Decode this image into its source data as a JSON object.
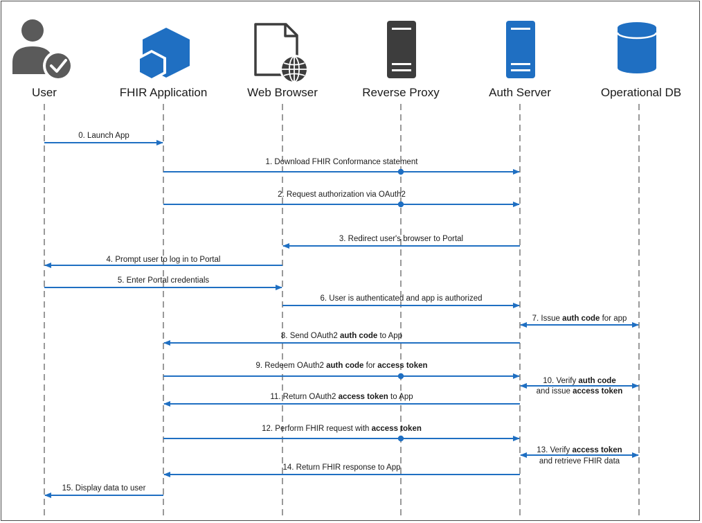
{
  "colors": {
    "arrow": "#1f6fc2",
    "icon_blue": "#1f6fc2",
    "icon_gray": "#5a5a5a",
    "icon_dark": "#3d3d3d",
    "lifeline": "#333333"
  },
  "participants": [
    {
      "id": "user",
      "label": "User",
      "icon": "user-check-icon"
    },
    {
      "id": "fhir-app",
      "label": "FHIR Application",
      "icon": "hexagon-app-icon"
    },
    {
      "id": "web-browser",
      "label": "Web Browser",
      "icon": "browser-globe-icon"
    },
    {
      "id": "reverse-proxy",
      "label": "Reverse Proxy",
      "icon": "server-icon"
    },
    {
      "id": "auth-server",
      "label": "Auth Server",
      "icon": "server-icon"
    },
    {
      "id": "operational-db",
      "label": "Operational DB",
      "icon": "database-icon"
    }
  ],
  "messages": [
    {
      "parts": [
        {
          "t": "0. Launch App"
        }
      ]
    },
    {
      "parts": [
        {
          "t": "1. Download FHIR Conformance statement"
        }
      ]
    },
    {
      "parts": [
        {
          "t": "2. Request authorization via OAuth2"
        }
      ]
    },
    {
      "parts": [
        {
          "t": "3. Redirect user's browser to Portal"
        }
      ]
    },
    {
      "parts": [
        {
          "t": "4. Prompt user to log in to Portal"
        }
      ]
    },
    {
      "parts": [
        {
          "t": "5. Enter Portal credentials"
        }
      ]
    },
    {
      "parts": [
        {
          "t": "6. User is authenticated and app is authorized"
        }
      ]
    },
    {
      "parts": [
        {
          "t": "7. Issue "
        },
        {
          "t": "auth code",
          "b": true
        },
        {
          "t": " for app"
        }
      ]
    },
    {
      "parts": [
        {
          "t": "8. Send OAuth2 "
        },
        {
          "t": "auth code",
          "b": true
        },
        {
          "t": " to App"
        }
      ]
    },
    {
      "parts": [
        {
          "t": "9. Redeem OAuth2 "
        },
        {
          "t": "auth code",
          "b": true
        },
        {
          "t": " for "
        },
        {
          "t": "access token",
          "b": true
        }
      ]
    },
    {
      "parts": [
        {
          "t": "10. Verify "
        },
        {
          "t": "auth code",
          "b": true
        }
      ],
      "parts2": [
        {
          "t": "and issue "
        },
        {
          "t": "access token",
          "b": true
        }
      ]
    },
    {
      "parts": [
        {
          "t": "11. Return OAuth2 "
        },
        {
          "t": "access token",
          "b": true
        },
        {
          "t": " to App"
        }
      ]
    },
    {
      "parts": [
        {
          "t": "12. Perform FHIR request with "
        },
        {
          "t": "access token",
          "b": true
        }
      ]
    },
    {
      "parts": [
        {
          "t": "13. Verify "
        },
        {
          "t": "access token",
          "b": true
        }
      ],
      "parts2": [
        {
          "t": "and retrieve FHIR data"
        }
      ]
    },
    {
      "parts": [
        {
          "t": "14. Return FHIR response to App"
        }
      ]
    },
    {
      "parts": [
        {
          "t": "15. Display data to user"
        }
      ]
    }
  ]
}
